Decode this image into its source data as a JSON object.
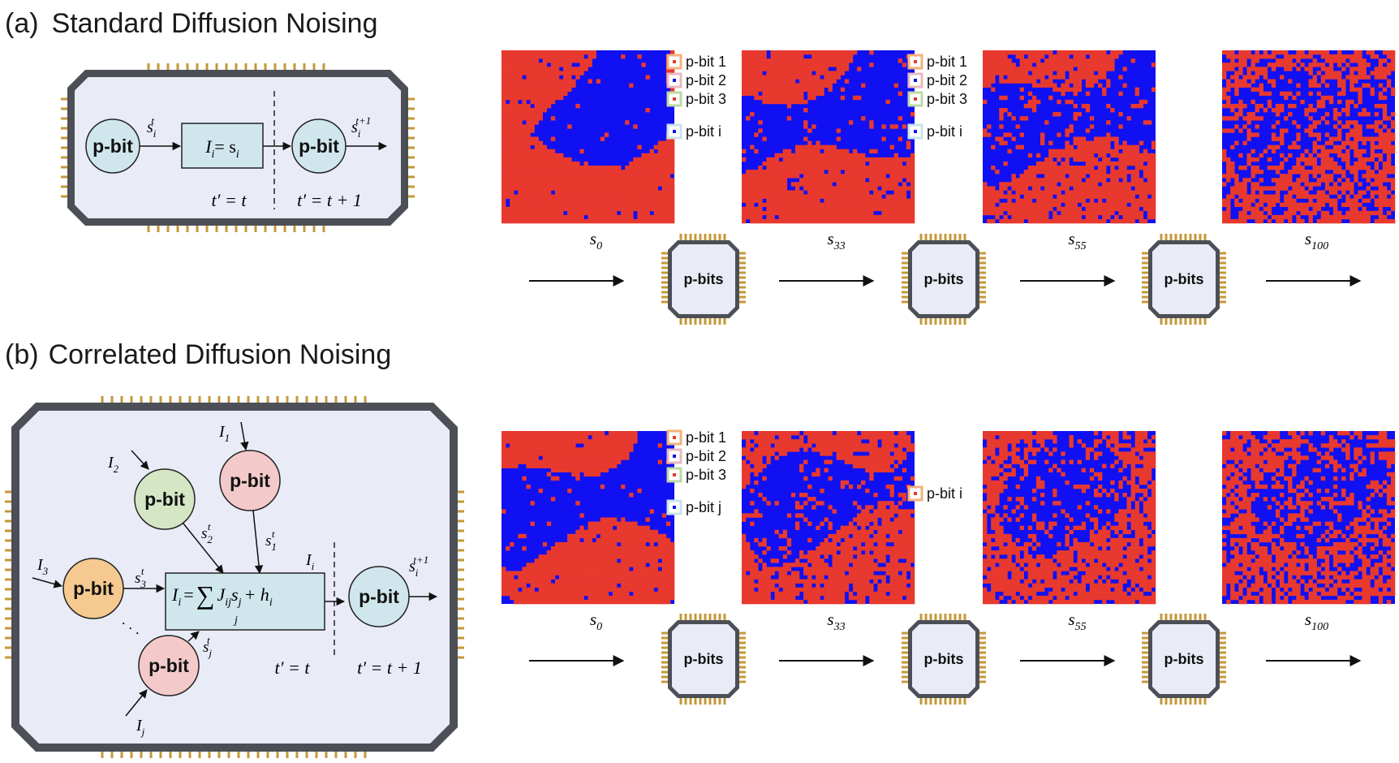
{
  "panel_a": {
    "letter": "(a)",
    "title": "Standard Diffusion Noising",
    "node_label": "p-bit",
    "input_var": "s",
    "input_sub": "i",
    "input_sup": "t",
    "output_var": "s",
    "output_sub": "i",
    "output_sup": "t+1",
    "box_lhs": "I",
    "box_lhs_sub": "i",
    "box_rhs": "= s",
    "box_rhs_sub": "i",
    "time_left": "t′ = t",
    "time_right": "t′ = t + 1"
  },
  "panel_b": {
    "letter": "(b)",
    "title": "Correlated Diffusion Noising",
    "node_label": "p-bit",
    "inputs": [
      {
        "var": "I",
        "sub": "1"
      },
      {
        "var": "I",
        "sub": "2"
      },
      {
        "var": "I",
        "sub": "3"
      },
      {
        "var": "I",
        "sub": "j"
      }
    ],
    "states": [
      {
        "var": "s",
        "sub": "1",
        "sup": "t"
      },
      {
        "var": "s",
        "sub": "2",
        "sup": "t"
      },
      {
        "var": "s",
        "sub": "3",
        "sup": "t"
      },
      {
        "var": "s",
        "sub": "j",
        "sup": "t"
      }
    ],
    "ellipsis": "· · ·",
    "box_current": "I",
    "box_current_sub": "i",
    "box_lhs": "I",
    "box_lhs_sub": "i",
    "box_eq": "=",
    "box_sum": "∑",
    "box_sum_index": "j",
    "box_term1": "J",
    "box_term1_sub": "ij",
    "box_term2": "s",
    "box_term2_sub": "j",
    "box_plus": "+ h",
    "box_plus_sub": "i",
    "output_var": "s",
    "output_sub": "i",
    "output_sup": "t+1",
    "time_left": "t′ = t",
    "time_right": "t′ = t + 1"
  },
  "snapshots": {
    "labels": [
      {
        "var": "s",
        "sub": "0"
      },
      {
        "var": "s",
        "sub": "33"
      },
      {
        "var": "s",
        "sub": "55"
      },
      {
        "var": "s",
        "sub": "100"
      }
    ],
    "chip_label": "p-bits",
    "legend_a1": [
      "p-bit 1",
      "p-bit 2",
      "p-bit 3",
      "p-bit i"
    ],
    "legend_a2": [
      "p-bit 1",
      "p-bit 2",
      "p-bit 3",
      "p-bit i"
    ],
    "legend_b1": [
      "p-bit 1",
      "p-bit 2",
      "p-bit 3",
      "p-bit j"
    ],
    "legend_b2": [
      "p-bit i"
    ],
    "legend_swatch_colors": [
      "#f2b27a",
      "#e9b8c0",
      "#bcd9a4",
      "#c9e4e9"
    ]
  },
  "colors": {
    "spin_up": "#e8392e",
    "spin_down": "#1010f2",
    "chip_fill": "#e9ecf6",
    "chip_border": "#4d4f56",
    "pin": "#c4983a",
    "node_blue": "#cfe6ec",
    "node_green": "#d4e6c3",
    "node_pink": "#f4c9c9",
    "node_orange": "#f5c98f",
    "box_fill": "#cfe6ec"
  }
}
